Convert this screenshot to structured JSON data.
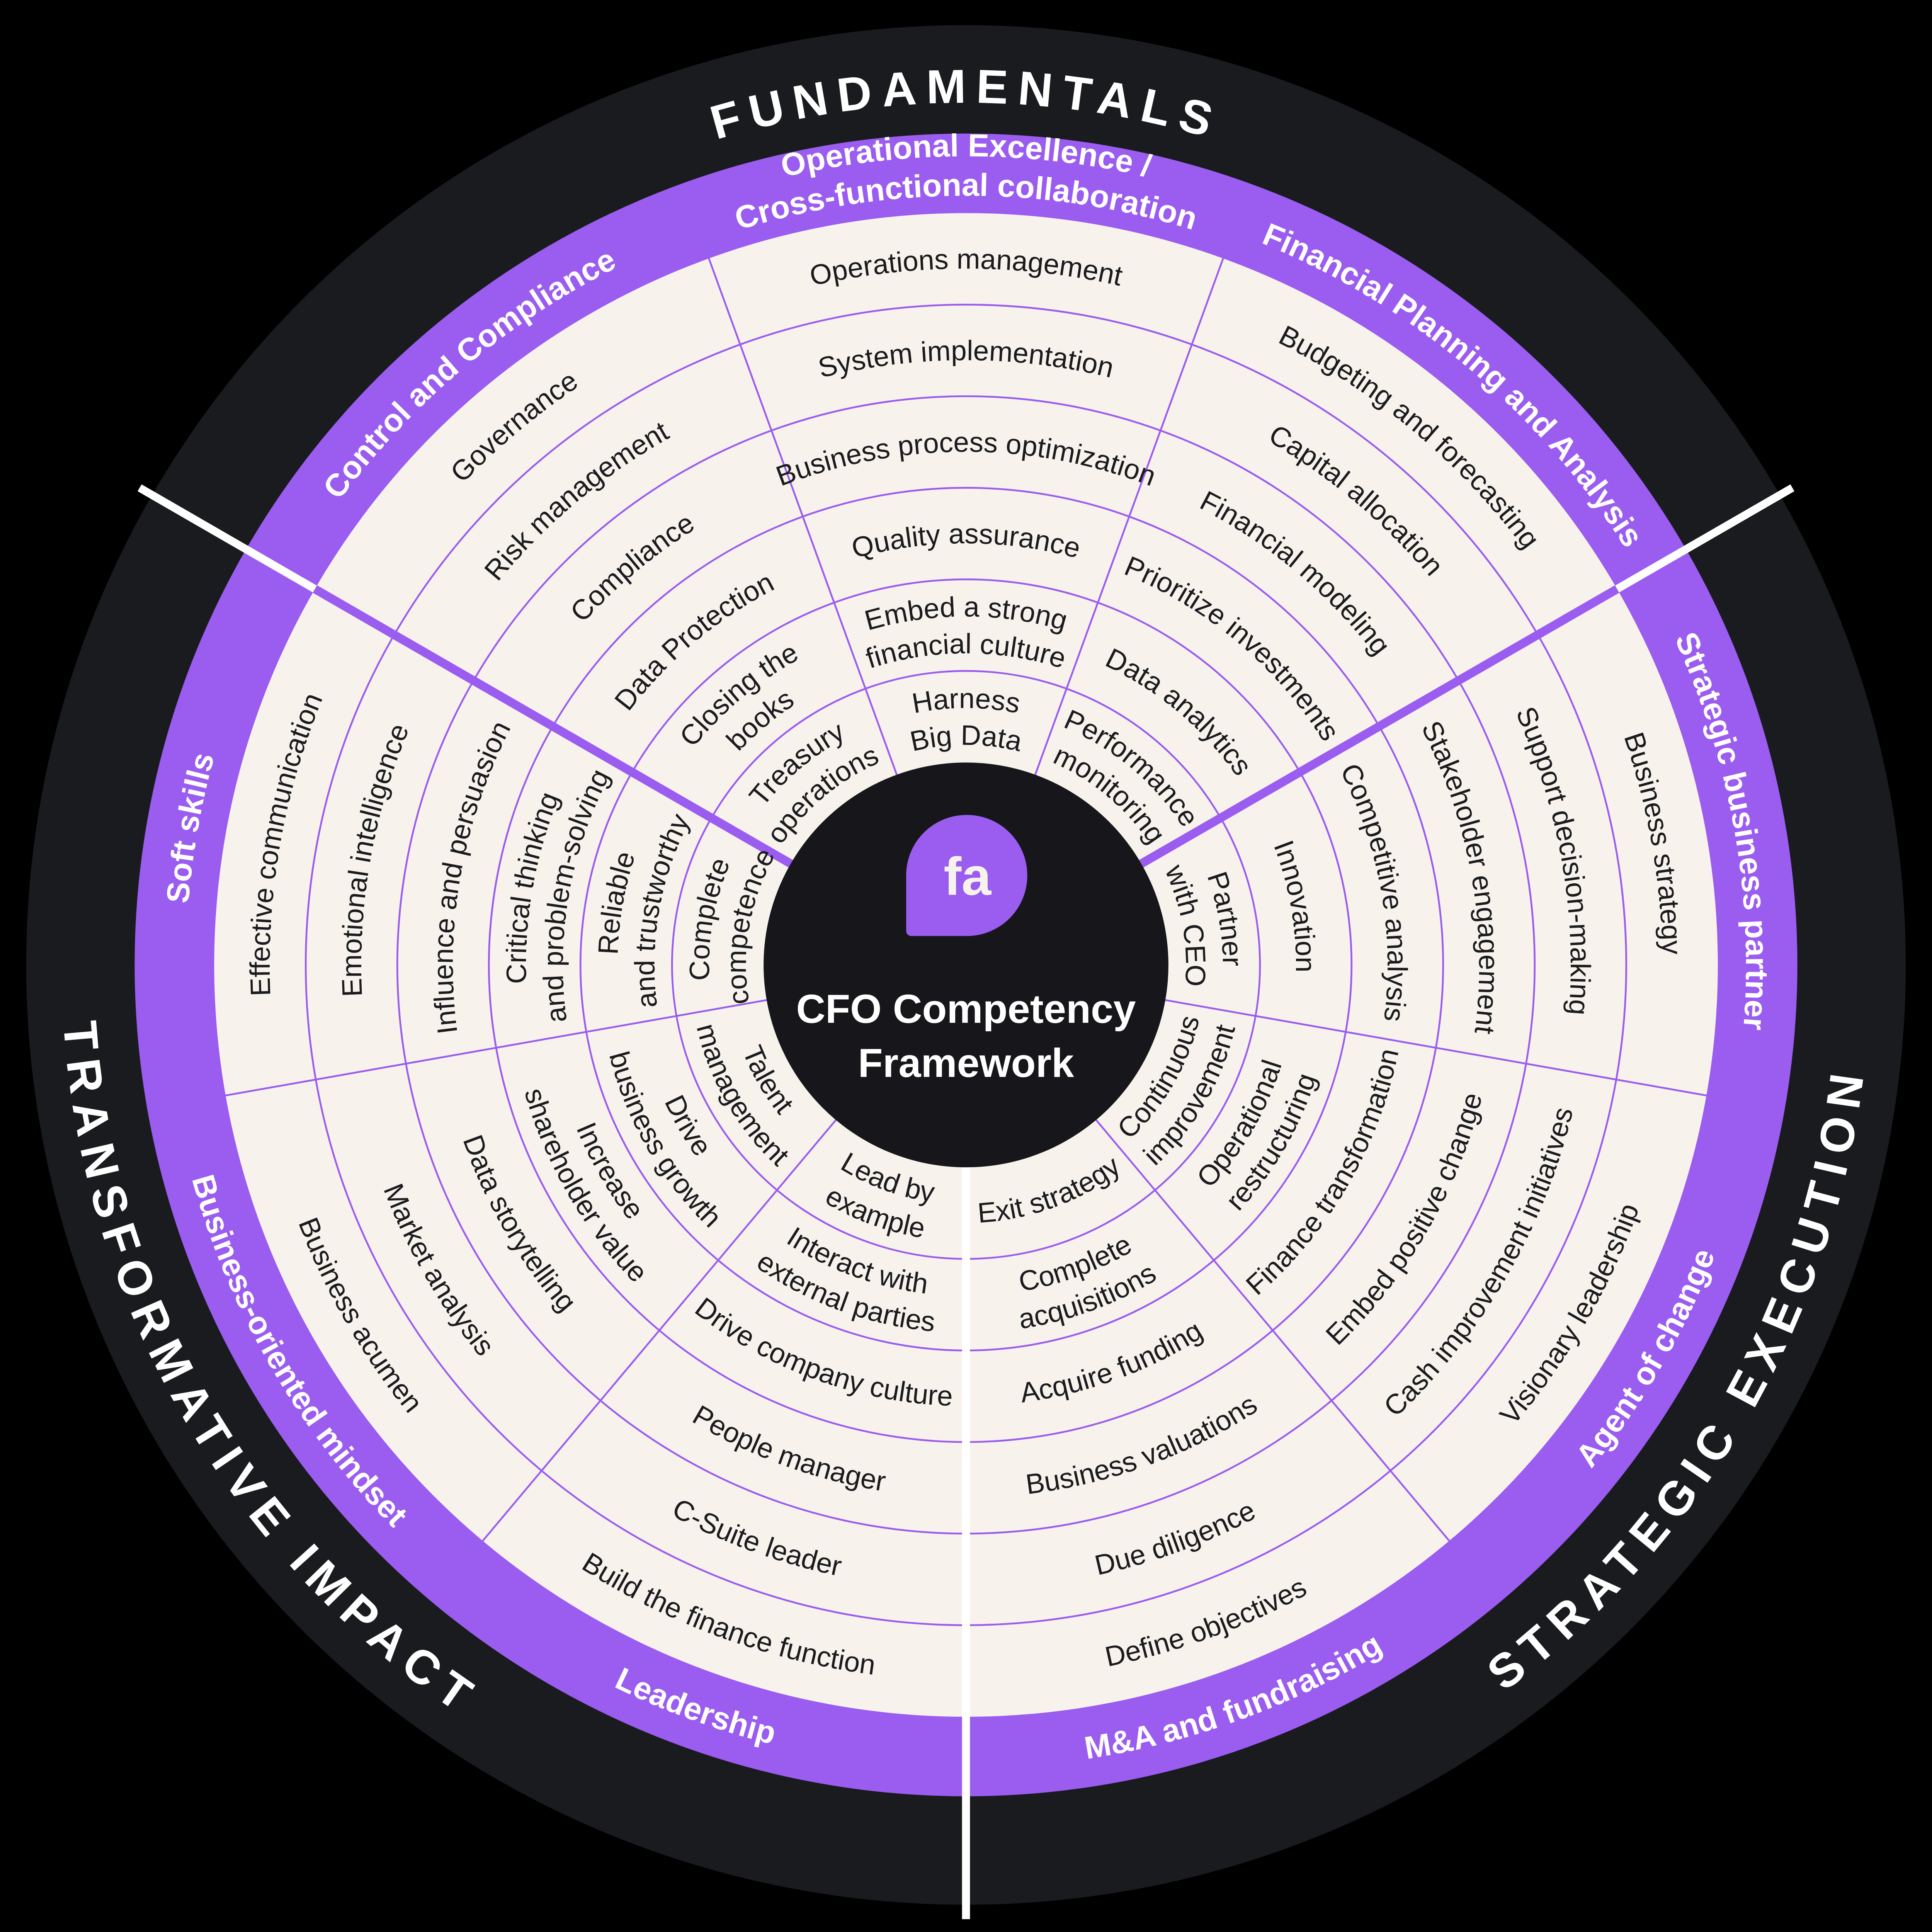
{
  "colors": {
    "background": "#000000",
    "outer_ring": "#1a1b1f",
    "band_purple": "#9b5cf0",
    "line_purple": "#9b5cf0",
    "cream": "#f7f3ec",
    "center_black": "#17171b",
    "text_dark": "#1b1b1f",
    "text_light": "#ffffff"
  },
  "center": {
    "logo_text": "fa",
    "title_lines": [
      "CFO Competency",
      "Framework"
    ]
  },
  "sections": [
    {
      "label": "FUNDAMENTALS",
      "angle": 0
    },
    {
      "label": "STRATEGIC EXECUTION",
      "angle": 120
    },
    {
      "label": "TRANSFORMATIVE IMPACT",
      "angle": 240
    }
  ],
  "sectors": [
    {
      "id": "control-and-compliance",
      "angle": 320,
      "label_lines": [
        "Control and Compliance"
      ],
      "items": [
        [
          "Governance"
        ],
        [
          "Risk management"
        ],
        [
          "Compliance"
        ],
        [
          "Data Protection"
        ],
        [
          "Closing the",
          "books"
        ],
        [
          "Treasury",
          "operations"
        ]
      ]
    },
    {
      "id": "operational-excellence",
      "angle": 0,
      "label_lines": [
        "Operational Excellence /",
        "Cross-functional collaboration"
      ],
      "items": [
        [
          "Operations management"
        ],
        [
          "System implementation"
        ],
        [
          "Business process optimization"
        ],
        [
          "Quality assurance"
        ],
        [
          "Embed a strong",
          "financial culture"
        ],
        [
          "Harness",
          "Big Data"
        ]
      ]
    },
    {
      "id": "financial-planning-and-analysis",
      "angle": 40,
      "label_lines": [
        "Financial Planning and Analysis"
      ],
      "items": [
        [
          "Budgeting and forecasting"
        ],
        [
          "Capital allocation"
        ],
        [
          "Financial modeling"
        ],
        [
          "Prioritize investments"
        ],
        [
          "Data analytics"
        ],
        [
          "Performance",
          "monitoring"
        ]
      ]
    },
    {
      "id": "strategic-business-partner",
      "angle": 80,
      "label_lines": [
        "Strategic business partner"
      ],
      "items": [
        [
          "Business strategy"
        ],
        [
          "Support decision-making"
        ],
        [
          "Stakeholder engagement"
        ],
        [
          "Competitive analysis"
        ],
        [
          "Innovation"
        ],
        [
          "Partner",
          "with CEO"
        ]
      ]
    },
    {
      "id": "agent-of-change",
      "angle": 120,
      "label_lines": [
        "Agent of change"
      ],
      "items": [
        [
          "Visionary leadership"
        ],
        [
          "Cash improvement initiatives"
        ],
        [
          "Embed positive change"
        ],
        [
          "Finance transformation"
        ],
        [
          "Operational",
          "restructuring"
        ],
        [
          "Continuous",
          "improvement"
        ]
      ]
    },
    {
      "id": "ma-and-fundraising",
      "angle": 160,
      "label_lines": [
        "M&A and fundraising"
      ],
      "items": [
        [
          "Define objectives"
        ],
        [
          "Due diligence"
        ],
        [
          "Business valuations"
        ],
        [
          "Acquire funding"
        ],
        [
          "Complete",
          "acquisitions"
        ],
        [
          "Exit strategy"
        ]
      ]
    },
    {
      "id": "leadership",
      "angle": 200,
      "label_lines": [
        "Leadership"
      ],
      "items": [
        [
          "Build the finance function"
        ],
        [
          "C-Suite leader"
        ],
        [
          "People manager"
        ],
        [
          "Drive company culture"
        ],
        [
          "Interact with",
          "external parties"
        ],
        [
          "Lead by",
          "example"
        ]
      ]
    },
    {
      "id": "business-oriented-mindset",
      "angle": 240,
      "label_lines": [
        "Business-oriented mindset"
      ],
      "items": [
        [
          "Business acumen"
        ],
        [
          "Market analysis"
        ],
        [
          "Data storytelling"
        ],
        [
          "Increase",
          "shareholder value"
        ],
        [
          "Drive",
          "business growth"
        ],
        [
          "Talent",
          "management"
        ]
      ]
    },
    {
      "id": "soft-skills",
      "angle": 280,
      "label_lines": [
        "Soft skills"
      ],
      "items": [
        [
          "Effective communication"
        ],
        [
          "Emotional intelligence"
        ],
        [
          "Influence and persuasion"
        ],
        [
          "Critical thinking",
          "and problem-solving"
        ],
        [
          "Reliable",
          "and trustworthy"
        ],
        [
          "Complete",
          "competence"
        ]
      ]
    }
  ]
}
